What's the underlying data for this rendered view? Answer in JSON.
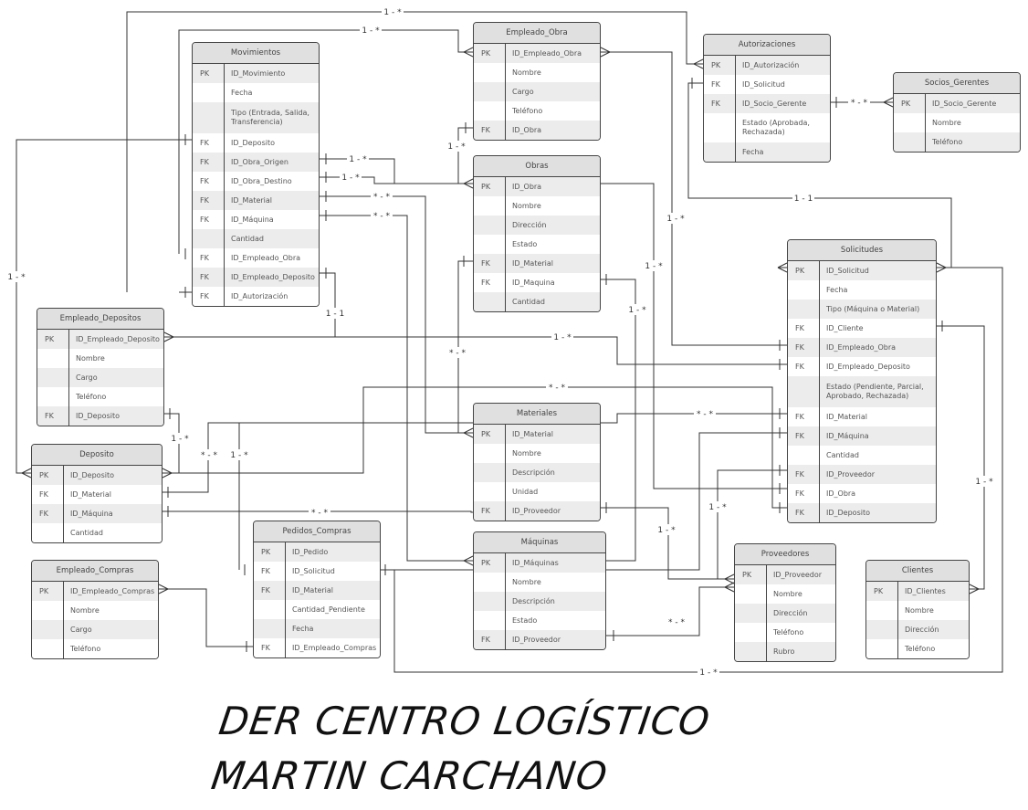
{
  "title_lines": [
    "DER CENTRO LOGÍSTICO",
    "MARTIN CARCHANO"
  ],
  "tables": [
    {
      "id": "movimientos",
      "name": "Movimientos",
      "rows": [
        {
          "k": "PK",
          "n": "ID_Movimiento"
        },
        {
          "k": "",
          "n": "Fecha"
        },
        {
          "k": "",
          "n": "Tipo (Entrada, Salida, Transferencia)"
        },
        {
          "k": "FK",
          "n": "ID_Deposito"
        },
        {
          "k": "FK",
          "n": "ID_Obra_Origen"
        },
        {
          "k": "FK",
          "n": "ID_Obra_Destino"
        },
        {
          "k": "FK",
          "n": "ID_Material"
        },
        {
          "k": "FK",
          "n": "ID_Máquina"
        },
        {
          "k": "",
          "n": "Cantidad"
        },
        {
          "k": "FK",
          "n": "ID_Empleado_Obra"
        },
        {
          "k": "FK",
          "n": "ID_Empleado_Deposito"
        },
        {
          "k": "FK",
          "n": "ID_Autorización"
        }
      ]
    },
    {
      "id": "empleado_obra",
      "name": "Empleado_Obra",
      "rows": [
        {
          "k": "PK",
          "n": "ID_Empleado_Obra"
        },
        {
          "k": "",
          "n": "Nombre"
        },
        {
          "k": "",
          "n": "Cargo"
        },
        {
          "k": "",
          "n": "Teléfono"
        },
        {
          "k": "FK",
          "n": "ID_Obra"
        }
      ]
    },
    {
      "id": "autorizaciones",
      "name": "Autorizaciones",
      "rows": [
        {
          "k": "PK",
          "n": "ID_Autorización"
        },
        {
          "k": "FK",
          "n": "ID_Solicitud"
        },
        {
          "k": "FK",
          "n": "ID_Socio_Gerente"
        },
        {
          "k": "",
          "n": "Estado (Aprobada, Rechazada)"
        },
        {
          "k": "",
          "n": "Fecha"
        }
      ]
    },
    {
      "id": "socios_gerentes",
      "name": "Socios_Gerentes",
      "rows": [
        {
          "k": "PK",
          "n": "ID_Socio_Gerente"
        },
        {
          "k": "",
          "n": "Nombre"
        },
        {
          "k": "",
          "n": "Teléfono"
        }
      ]
    },
    {
      "id": "obras",
      "name": "Obras",
      "rows": [
        {
          "k": "PK",
          "n": "ID_Obra"
        },
        {
          "k": "",
          "n": "Nombre"
        },
        {
          "k": "",
          "n": "Dirección"
        },
        {
          "k": "",
          "n": "Estado"
        },
        {
          "k": "FK",
          "n": "ID_Material"
        },
        {
          "k": "FK",
          "n": "ID_Maquina"
        },
        {
          "k": "",
          "n": "Cantidad"
        }
      ]
    },
    {
      "id": "solicitudes",
      "name": "Solicitudes",
      "rows": [
        {
          "k": "PK",
          "n": "ID_Solicitud"
        },
        {
          "k": "",
          "n": "Fecha"
        },
        {
          "k": "",
          "n": "Tipo (Máquina o Material)"
        },
        {
          "k": "FK",
          "n": "ID_Cliente"
        },
        {
          "k": "FK",
          "n": "ID_Empleado_Obra"
        },
        {
          "k": "FK",
          "n": "ID_Empleado_Deposito"
        },
        {
          "k": "",
          "n": "Estado (Pendiente, Parcial, Aprobado, Rechazada)"
        },
        {
          "k": "FK",
          "n": "ID_Material"
        },
        {
          "k": "FK",
          "n": "ID_Máquina"
        },
        {
          "k": "",
          "n": "Cantidad"
        },
        {
          "k": "FK",
          "n": "ID_Proveedor"
        },
        {
          "k": "FK",
          "n": "ID_Obra"
        },
        {
          "k": "FK",
          "n": "ID_Deposito"
        }
      ]
    },
    {
      "id": "empleado_depositos",
      "name": "Empleado_Depositos",
      "rows": [
        {
          "k": "PK",
          "n": "ID_Empleado_Deposito"
        },
        {
          "k": "",
          "n": "Nombre"
        },
        {
          "k": "",
          "n": "Cargo"
        },
        {
          "k": "",
          "n": "Teléfono"
        },
        {
          "k": "FK",
          "n": "ID_Deposito"
        }
      ]
    },
    {
      "id": "deposito",
      "name": "Deposito",
      "rows": [
        {
          "k": "PK",
          "n": "ID_Deposito"
        },
        {
          "k": "FK",
          "n": "ID_Material"
        },
        {
          "k": "FK",
          "n": "ID_Máquina"
        },
        {
          "k": "",
          "n": "Cantidad"
        }
      ]
    },
    {
      "id": "materiales",
      "name": "Materiales",
      "rows": [
        {
          "k": "PK",
          "n": "ID_Material"
        },
        {
          "k": "",
          "n": "Nombre"
        },
        {
          "k": "",
          "n": "Descripción"
        },
        {
          "k": "",
          "n": "Unidad"
        },
        {
          "k": "FK",
          "n": "ID_Proveedor"
        }
      ]
    },
    {
      "id": "pedidos_compras",
      "name": "Pedidos_Compras",
      "rows": [
        {
          "k": "PK",
          "n": "ID_Pedido"
        },
        {
          "k": "FK",
          "n": "ID_Solicitud"
        },
        {
          "k": "FK",
          "n": "ID_Material"
        },
        {
          "k": "",
          "n": "Cantidad_Pendiente"
        },
        {
          "k": "",
          "n": "Fecha"
        },
        {
          "k": "FK",
          "n": "ID_Empleado_Compras"
        }
      ]
    },
    {
      "id": "empleado_compras",
      "name": "Empleado_Compras",
      "rows": [
        {
          "k": "PK",
          "n": "ID_Empleado_Compras"
        },
        {
          "k": "",
          "n": "Nombre"
        },
        {
          "k": "",
          "n": "Cargo"
        },
        {
          "k": "",
          "n": "Teléfono"
        }
      ]
    },
    {
      "id": "maquinas",
      "name": "Máquinas",
      "rows": [
        {
          "k": "PK",
          "n": "ID_Máquinas"
        },
        {
          "k": "",
          "n": "Nombre"
        },
        {
          "k": "",
          "n": "Descripción"
        },
        {
          "k": "",
          "n": "Estado"
        },
        {
          "k": "FK",
          "n": "ID_Proveedor"
        }
      ]
    },
    {
      "id": "proveedores",
      "name": "Proveedores",
      "rows": [
        {
          "k": "PK",
          "n": "ID_Proveedor"
        },
        {
          "k": "",
          "n": "Nombre"
        },
        {
          "k": "",
          "n": "Dirección"
        },
        {
          "k": "",
          "n": "Teléfono"
        },
        {
          "k": "",
          "n": "Rubro"
        }
      ]
    },
    {
      "id": "clientes",
      "name": "Clientes",
      "rows": [
        {
          "k": "PK",
          "n": "ID_Clientes"
        },
        {
          "k": "",
          "n": "Nombre"
        },
        {
          "k": "",
          "n": "Dirección"
        },
        {
          "k": "",
          "n": "Teléfono"
        }
      ]
    }
  ],
  "cardinalities": [
    {
      "id": "c01",
      "text": "1 - *"
    },
    {
      "id": "c02",
      "text": "1 - *"
    },
    {
      "id": "c03",
      "text": "1 - *"
    },
    {
      "id": "c04",
      "text": "1 - *"
    },
    {
      "id": "c05",
      "text": "1 - *"
    },
    {
      "id": "c06",
      "text": "* - *"
    },
    {
      "id": "c07",
      "text": "* - *"
    },
    {
      "id": "c08",
      "text": "1 - 1"
    },
    {
      "id": "c09",
      "text": "1 - *"
    },
    {
      "id": "c10",
      "text": "1 - *"
    },
    {
      "id": "c11",
      "text": "1 - *"
    },
    {
      "id": "c12",
      "text": "1 - *"
    },
    {
      "id": "c13",
      "text": "1 - *"
    },
    {
      "id": "c14",
      "text": "* - *"
    },
    {
      "id": "c15",
      "text": "* - *"
    },
    {
      "id": "c16",
      "text": "1 - *"
    },
    {
      "id": "c17",
      "text": "1 - 1"
    },
    {
      "id": "c18",
      "text": "* - *"
    },
    {
      "id": "c19",
      "text": "* - *"
    },
    {
      "id": "c20",
      "text": "1 - *"
    },
    {
      "id": "c21",
      "text": "* - *"
    },
    {
      "id": "c22",
      "text": "1 - *"
    },
    {
      "id": "c23",
      "text": "1 - *"
    },
    {
      "id": "c24",
      "text": "* - *"
    },
    {
      "id": "c25",
      "text": "* - *"
    },
    {
      "id": "c26",
      "text": "1 - *"
    },
    {
      "id": "c27",
      "text": "1 - *"
    }
  ]
}
